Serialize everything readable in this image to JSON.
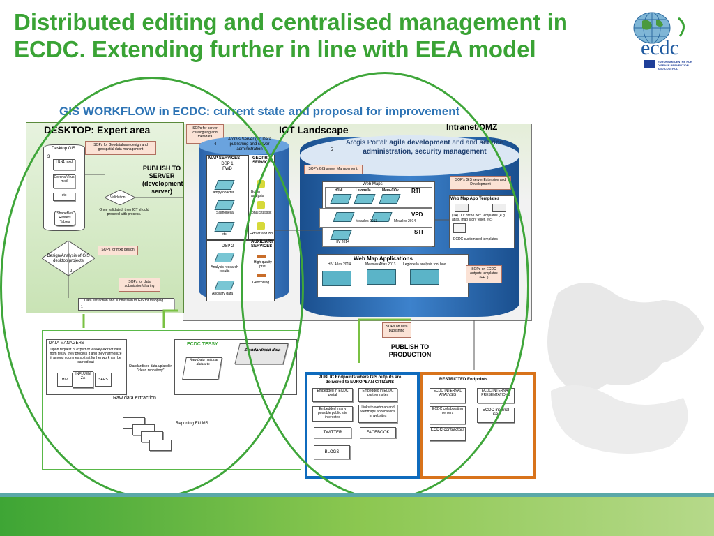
{
  "title": {
    "line1": "Distributed editing and centralised management in",
    "line2": "ECDC. Extending further in line with EEA model"
  },
  "logo": {
    "wordmark": "ecdc",
    "sub1": "EUROPEAN CENTRE FOR",
    "sub2": "DISEASE PREVENTION",
    "sub3": "AND CONTROL"
  },
  "workflow": {
    "title": "GIS WORKFLOW in ECDC: current state and proposal for improvement",
    "desktop": {
      "title": "DESKTOP: Expert area",
      "desktop_gis": "Desktop GIS",
      "num3": "3",
      "layers": [
        "H1N1 mxd",
        "Corona Virus mxd",
        "etc"
      ],
      "shapefiles": "Shapefiles Rasters Tables",
      "note_sops_geodb": "SOPs for Geodatabase design and geospatial data management",
      "publish": "PUBLISH TO SERVER (development server)",
      "validation": "Validation",
      "validated_text": "Once validated, then ICT should proceed with process.",
      "design": "Design/Analysis of GIS desktop projects",
      "num2": "2",
      "note_mxd": "SOPs for mxd design",
      "note_data": "SOPs for data submission/sharing",
      "extraction": "Data extraction and submission to GIS for mapping *",
      "num1": "1"
    },
    "ict": {
      "title": "ICT Landscape",
      "intranet": "Intranet/DMZ",
      "note_sops_server": "SOPs for server cataloguing and metadata",
      "num4": "4",
      "arcgis_server": "ArcGis Server (s): Data publishing and server administration",
      "map_services": "MAP SERVICES",
      "dsp1": "DSP 1 FWD",
      "ms_items": [
        "Campylobacter",
        "Salmonella",
        "etc"
      ],
      "geopr": "GEOPR. SERVICES",
      "geo_items": [
        "Buffer analysis",
        "Zonal Statistic",
        "Extract and zip"
      ],
      "dsp2": "DSP 2",
      "dsp2_items": [
        "Analysis research results",
        "Ancillary data"
      ],
      "auxiliary": "AUXILIARY SERVICES",
      "aux_items": [
        "High quality print",
        "Geocoding"
      ],
      "num5": "5",
      "portal_pre": "Arcgis Portal: ",
      "portal_bold": "agile development",
      "portal_mid": " and and ",
      "portal_bold2": "service administration, security management",
      "note_sops_mgmt": "SOP's GIS server Management.",
      "note_ext": "SOP's GIS server Extension and Development",
      "web_maps": "Web Maps",
      "rti": "RTI",
      "rti_items": [
        "H1NI",
        "Leionella",
        "Mers-COv"
      ],
      "vpd": "VPD",
      "vpd_items": [
        "Measles 2013",
        "Measles 2014"
      ],
      "sti": "STI",
      "sti_items": [
        "HIV 2014"
      ],
      "templates_title": "Web Map App  Templates",
      "templates_text": "(14) Out of the box Templates (e.g. atlas, map story teller, etc)",
      "templates_custom": "ECDC customised templates",
      "web_apps": "Web Map Applications",
      "app_items": [
        "HIV Atlas 2014",
        "Measles Atlas 2013",
        "Legionella analysis tool box"
      ],
      "note_templates": "SOPs on ECDC outputs templates (F+C)"
    },
    "bottom": {
      "data_managers": "DATA MANAGERS",
      "dm_text": "Upon request of expert or via key extract data from tessy, they process it and they harmonize it among countries so that further work can be carried out",
      "diseases": [
        "HIV",
        "INFLUEN ZA",
        "SARS"
      ],
      "tessy": "ECDC TESSY",
      "std_upload": "Standardised data uplaod in \"clean repository\"",
      "raw_data": "Raw Data national datasets",
      "std_data": "Standardised data",
      "raw_extract": "Raw data extraction",
      "reporting": "Reporting EU MS",
      "note_publishing": "SOPs on data publishing",
      "publish_prod": "PUBLISH TO PRODUCTION"
    },
    "public": {
      "title": "PUBLIC Endpoints where GIS outputs are delivered to EUROPEAN CITIZENS",
      "items": [
        "Embedded in ECDC portal",
        "Embedded in ECDC partners sites",
        "Embedded in any possible public site interested",
        "Links to webmap and webmaps applications in websites",
        "TWITTER",
        "FACEBOOK",
        "BLOGS"
      ]
    },
    "restricted": {
      "title": "RESTRICTED Endpoints",
      "items": [
        "ECDC INTERNAL ANALYSIS",
        "ECDC INTERNAL PRESENTATIONS",
        "ECDC collaborating centers",
        "ECDC internal uses",
        "ECDC contractors"
      ]
    }
  },
  "colors": {
    "title_green": "#3aa335",
    "workflow_blue": "#2e74b5",
    "ellipse_green": "#3fa63a",
    "public_blue": "#0f6bbd",
    "restricted_orange": "#d8731b"
  }
}
